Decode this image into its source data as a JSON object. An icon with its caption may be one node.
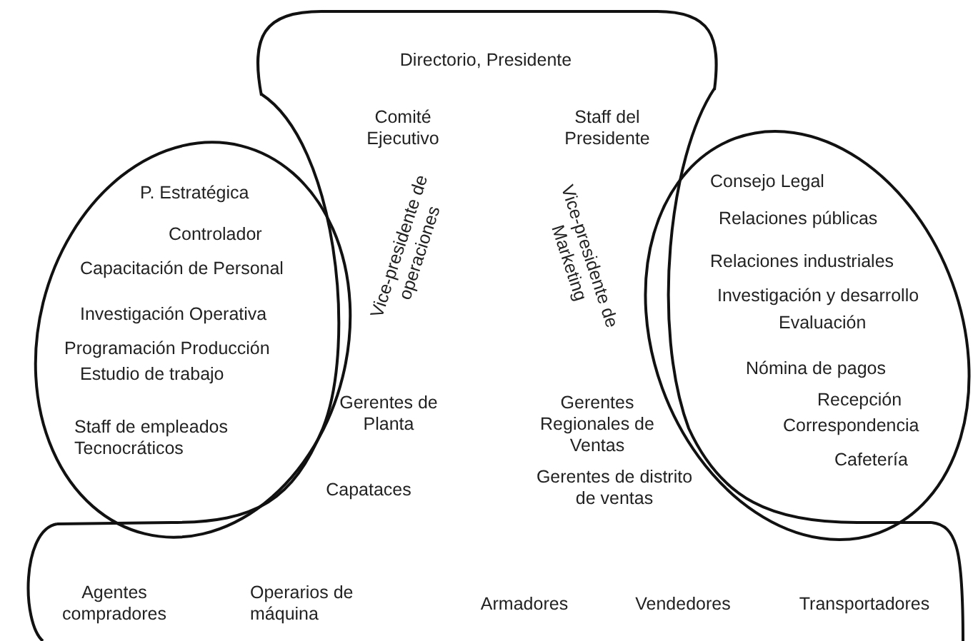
{
  "diagram": {
    "nodes": [
      {
        "text": [
          "Directorio, Presidente"
        ]
      },
      {
        "text": [
          "P. Estratégica",
          "Controlador",
          "Capacitación de Personal",
          "Investigación Operativa",
          "Programación Producción",
          "Estudio de trabajo",
          "Staff de empleados Tecnocráticos"
        ]
      },
      {
        "text": [
          "Consejo Legal",
          "Relaciones públicas",
          "Relaciones industriales",
          "Investigación y desarrollo",
          "Evaluación",
          "Nómina de pagos",
          "Recepción",
          "Correspondencia",
          "Cafetería"
        ]
      },
      {
        "text": [
          "Agentes compradores",
          "Operarios de máquina",
          "Armadores",
          "Vendedores",
          "Transportadores"
        ]
      }
    ],
    "labels": [
      "Comité Ejecutivo",
      "Staff del Presidente",
      "Vice-presidente de operaciones",
      "Vice-presidente de Marketing",
      "Gerentes de Planta",
      "Gerentes Regionales de Ventas",
      "Capataces",
      "Gerentes de distrito de ventas"
    ]
  }
}
